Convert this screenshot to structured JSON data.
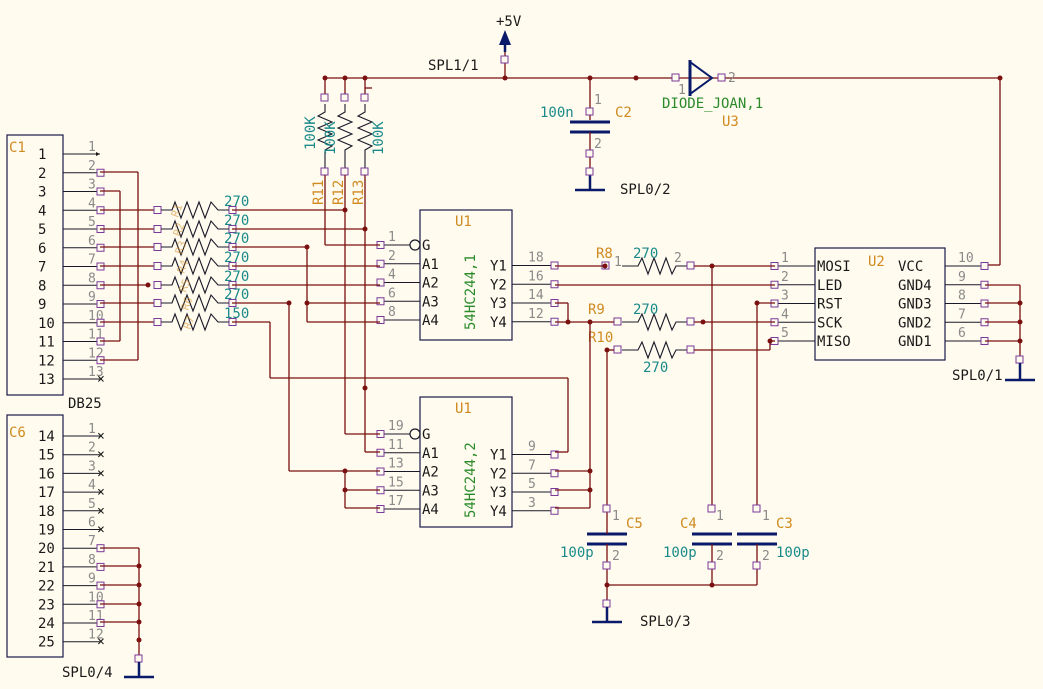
{
  "colors": {
    "background": "#fffbee",
    "wire": "#7a1010",
    "reference": "#d08a20",
    "value": "#1a8a8a",
    "part_name": "#2a8a2a",
    "pin_marker": "#7a3a9a",
    "power": "#0a1a6a"
  },
  "power": {
    "supply_label": "+5V",
    "spl_top": "SPL1/1",
    "gnd_labels": [
      "SPL0/2",
      "SPL0/1",
      "SPL0/3",
      "SPL0/4"
    ]
  },
  "connectors": {
    "c1": {
      "ref": "C1",
      "name": "DB25",
      "pins": [
        "1",
        "2",
        "3",
        "4",
        "5",
        "6",
        "7",
        "8",
        "9",
        "10",
        "11",
        "12",
        "13"
      ]
    },
    "c6": {
      "ref": "C6",
      "pins": [
        "14",
        "15",
        "16",
        "17",
        "18",
        "19",
        "20",
        "21",
        "22",
        "23",
        "24",
        "25"
      ]
    }
  },
  "resistor_array": {
    "values": [
      "270",
      "270",
      "270",
      "270",
      "270",
      "270",
      "150"
    ],
    "refs": [
      "R1",
      "R2",
      "R3",
      "R4",
      "R5",
      "R6",
      "R7"
    ]
  },
  "pullups": {
    "refs": [
      "R11",
      "R12",
      "R13"
    ],
    "values": [
      "100K",
      "100K",
      "100K"
    ]
  },
  "series_resistors": {
    "r8": {
      "ref": "R8",
      "value": "270"
    },
    "r9": {
      "ref": "R9",
      "value": "270"
    },
    "r10": {
      "ref": "R10",
      "value": "270"
    }
  },
  "capacitors": {
    "c2": {
      "ref": "C2",
      "value": "100n"
    },
    "c5": {
      "ref": "C5",
      "value": "100p"
    },
    "c4": {
      "ref": "C4",
      "value": "100p"
    },
    "c3": {
      "ref": "C3",
      "value": "100p"
    }
  },
  "diode": {
    "ref": "U3",
    "name": "DIODE_JOAN,1"
  },
  "u1a": {
    "ref": "U1",
    "name": "54HC244,1",
    "left_pins": [
      {
        "num": "1",
        "label": "G"
      },
      {
        "num": "2",
        "label": "A1"
      },
      {
        "num": "4",
        "label": "A2"
      },
      {
        "num": "6",
        "label": "A3"
      },
      {
        "num": "8",
        "label": "A4"
      }
    ],
    "right_pins": [
      {
        "num": "18",
        "label": "Y1"
      },
      {
        "num": "16",
        "label": "Y2"
      },
      {
        "num": "14",
        "label": "Y3"
      },
      {
        "num": "12",
        "label": "Y4"
      }
    ]
  },
  "u1b": {
    "ref": "U1",
    "name": "54HC244,2",
    "left_pins": [
      {
        "num": "19",
        "label": "G"
      },
      {
        "num": "11",
        "label": "A1"
      },
      {
        "num": "13",
        "label": "A2"
      },
      {
        "num": "15",
        "label": "A3"
      },
      {
        "num": "17",
        "label": "A4"
      }
    ],
    "right_pins": [
      {
        "num": "9",
        "label": "Y1"
      },
      {
        "num": "7",
        "label": "Y2"
      },
      {
        "num": "5",
        "label": "Y3"
      },
      {
        "num": "3",
        "label": "Y4"
      }
    ]
  },
  "u2": {
    "ref": "U2",
    "left_pins": [
      {
        "num": "1",
        "label": "MOSI"
      },
      {
        "num": "2",
        "label": "LED"
      },
      {
        "num": "3",
        "label": "RST"
      },
      {
        "num": "4",
        "label": "SCK"
      },
      {
        "num": "5",
        "label": "MISO"
      }
    ],
    "right_pins": [
      {
        "num": "10",
        "label": "VCC"
      },
      {
        "num": "9",
        "label": "GND4"
      },
      {
        "num": "8",
        "label": "GND3"
      },
      {
        "num": "7",
        "label": "GND2"
      },
      {
        "num": "6",
        "label": "GND1"
      }
    ]
  }
}
